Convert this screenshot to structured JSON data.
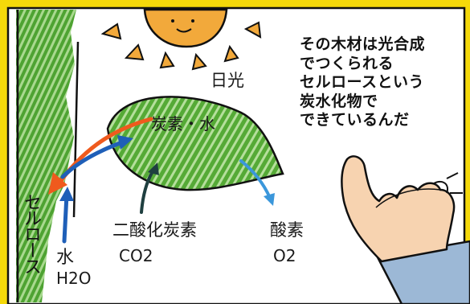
{
  "speech_bubble": {
    "lines": [
      "その木材は光合成",
      "でつくられる",
      "セルロースという",
      "炭水化物で",
      "できているんだ"
    ]
  },
  "labels": {
    "sunlight": "日光",
    "carbon_water": "炭素・水",
    "cellulose": "セルロース",
    "water": "水",
    "water_formula": "H2O",
    "carbon_dioxide": "二酸化炭素",
    "carbon_dioxide_formula": "CO2",
    "oxygen": "酸素",
    "oxygen_formula": "O2"
  },
  "colors": {
    "frame_yellow": "#f5d90a",
    "wood_green": "#5fb63c",
    "leaf_green": "#68ba3d",
    "sun_orange": "#f2a93b",
    "arrow_orange": "#ef5a1d",
    "arrow_blue": "#1f5fb8",
    "arrow_dark_teal": "#1f3f40",
    "arrow_light_blue": "#3b97db",
    "skin": "#f7d3b0",
    "sleeve": "#9cb8d6"
  }
}
